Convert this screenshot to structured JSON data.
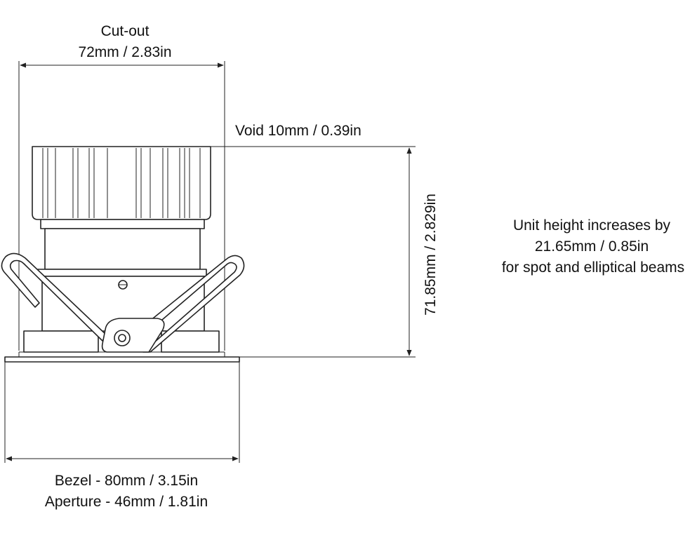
{
  "labels": {
    "cutout_title": "Cut-out",
    "cutout_value": "72mm / 2.83in",
    "void": "Void 10mm / 0.39in",
    "height": "71.85mm / 2.829in",
    "note_line1": "Unit height increases by",
    "note_line2": "21.65mm / 0.85in",
    "note_line3": "for spot and elliptical beams",
    "bezel": "Bezel - 80mm / 3.15in",
    "aperture": "Aperture - 46mm / 1.81in"
  },
  "colors": {
    "line": "#222222",
    "text": "#111111",
    "background": "#ffffff"
  }
}
